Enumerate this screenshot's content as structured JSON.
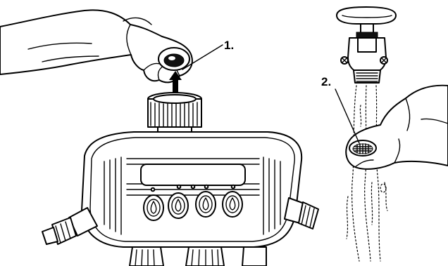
{
  "steps": [
    {
      "label": "1.",
      "description_hidden": ""
    },
    {
      "label": "2.",
      "description_hidden": ""
    }
  ],
  "colors": {
    "ink": "#000000",
    "paper": "#ffffff"
  },
  "icons": {
    "arrow": "up-arrow-icon",
    "droplet": "water-drop-icon"
  },
  "timer": {
    "outlet_buttons": 4,
    "indicator_leds": 5
  }
}
